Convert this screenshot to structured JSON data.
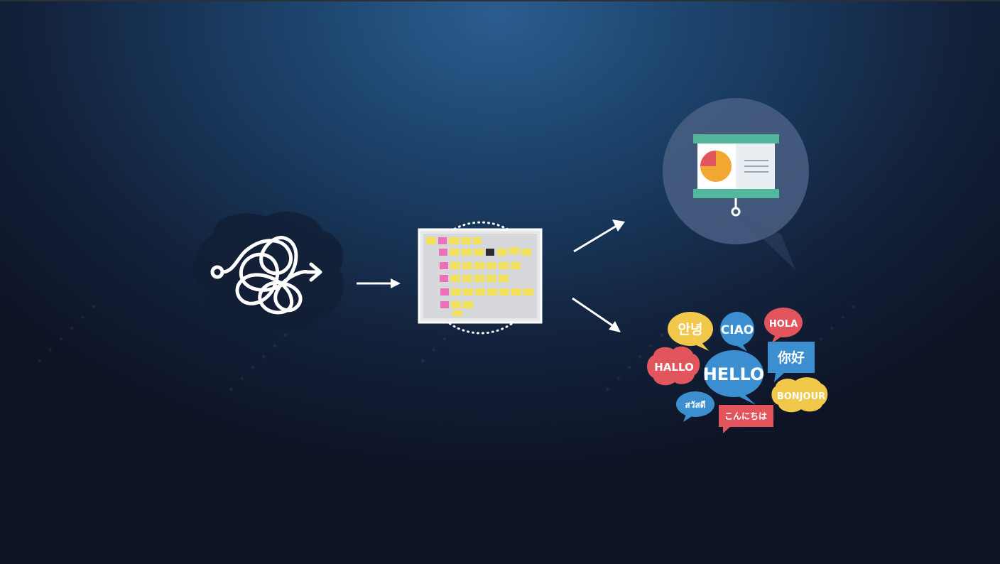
{
  "diagram": {
    "steps": [
      {
        "id": "tangled-thought",
        "icon": "tangled-brain-icon"
      },
      {
        "id": "sticky-board",
        "icon": "sticky-notes-board-photo"
      },
      {
        "id": "presentation",
        "icon": "presentation-board-icon"
      },
      {
        "id": "languages",
        "icon": "speech-bubbles-icon"
      }
    ],
    "greetings": {
      "korean": "안녕",
      "ciao": "CIAO",
      "hola": "HOLA",
      "hallo": "HALLO",
      "hello": "HELLO",
      "chinese": "你好",
      "thai": "สวัสดี",
      "bonjour": "BONJOUR",
      "japanese": "こんにちは"
    },
    "colors": {
      "background": "#183659",
      "arrow": "#ffffff",
      "yellow": "#f2c84b",
      "blue": "#3b8fd0",
      "red": "#e2555c",
      "teal": "#52b79c"
    }
  }
}
